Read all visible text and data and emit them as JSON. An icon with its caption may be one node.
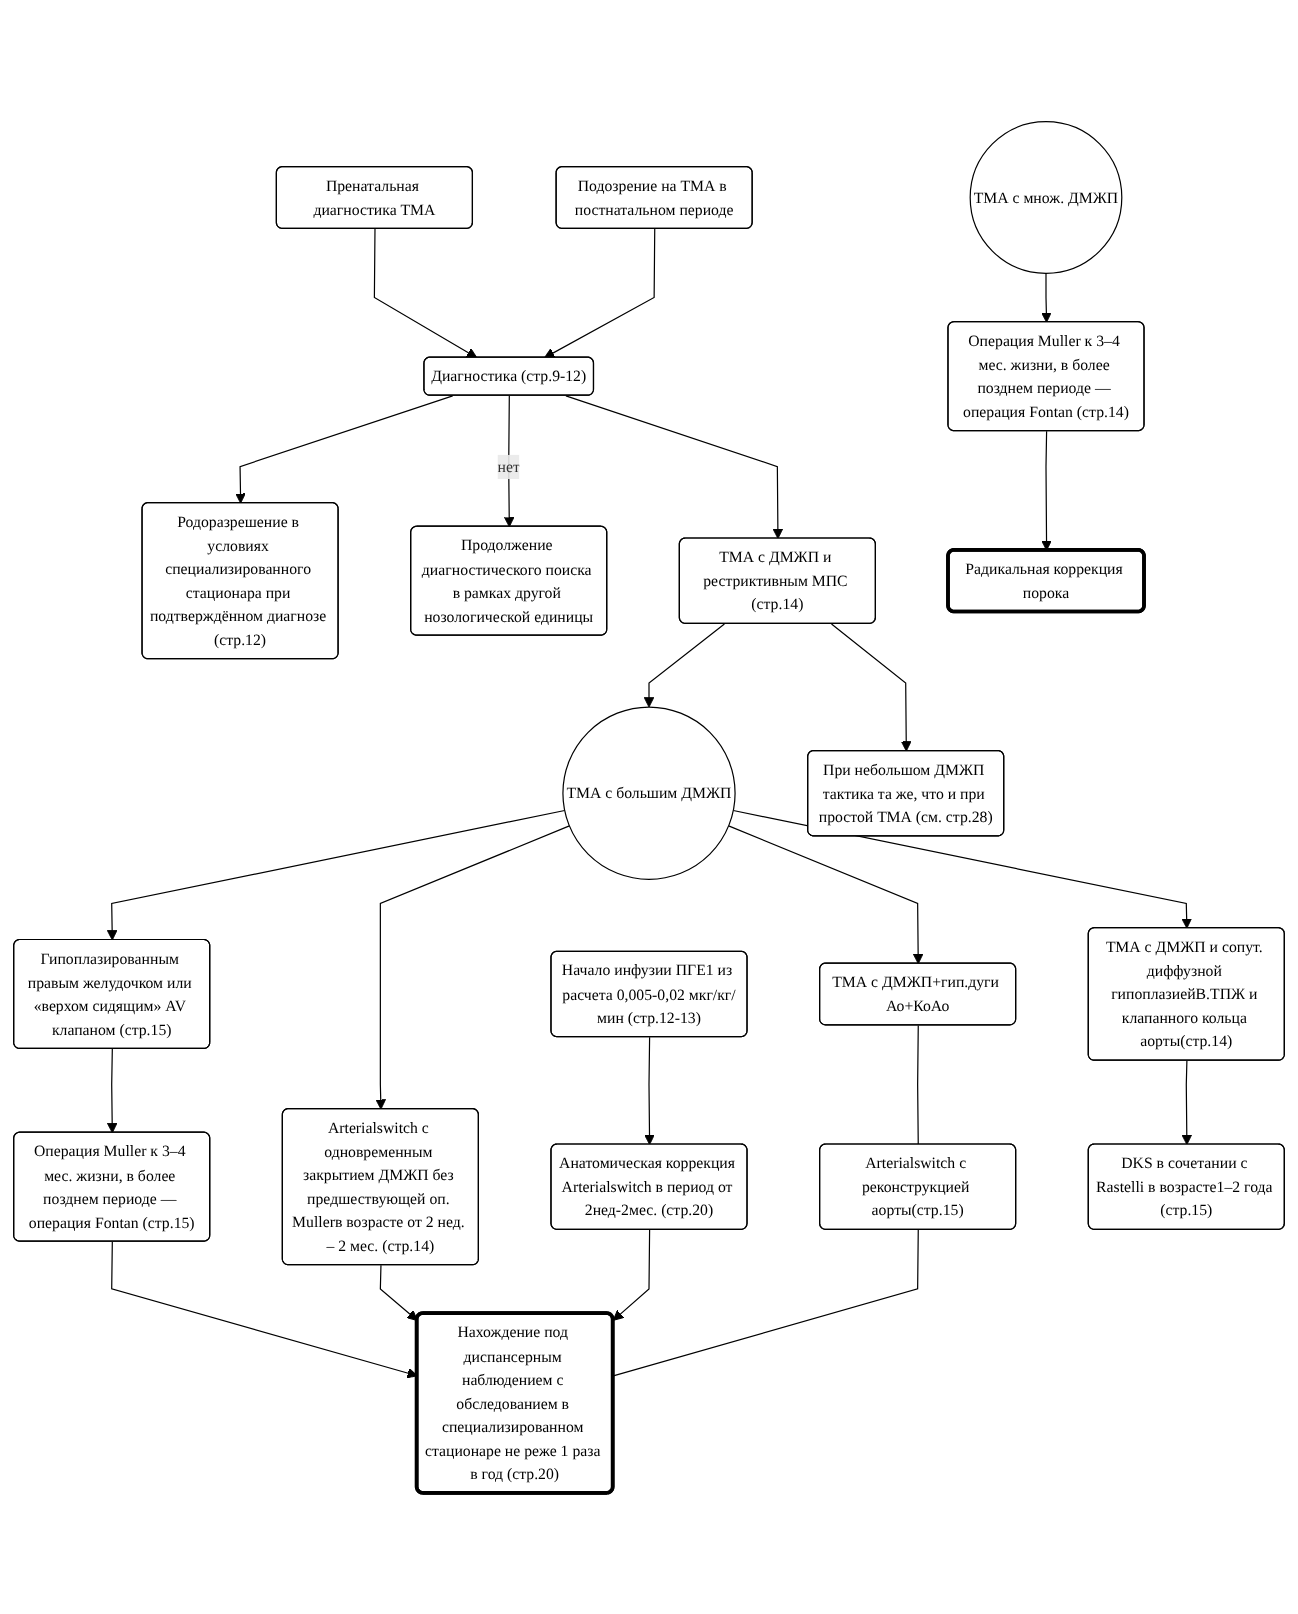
{
  "diagram": {
    "nodes": [
      {
        "text": [
          "Пренатальная диагностика ТМА"
        ]
      },
      {
        "text": [
          "Подозрение на ТМА в постнатальном периоде"
        ]
      },
      {
        "text": [
          "Родоразрешение в условиях специализированного стационара при подтверждённом диагнозе (стр.12)"
        ]
      },
      {
        "text": [
          "Диагностика (стр.9-12)"
        ]
      },
      {
        "text": [
          "Продолжение диагностического поиска в рамках другой нозологической единицы"
        ]
      },
      {
        "text": [
          "Анатомическая коррекция Arterialswitch в период от 2нед-2мес. (стр.20)"
        ]
      },
      {
        "text": [
          "Начало инфузии ПГЕ1 из расчета 0,005-0,02 мкг/кг/мин (стр.12-13)"
        ]
      },
      {
        "text": [
          "ТМА с ДМЖП и рестриктивным МПС (стр.14)"
        ]
      },
      {
        "text": [
          "При небольшом ДМЖП тактика та же, что и при простой ТМА (см. стр.28)"
        ]
      },
      {
        "text": [
          "ТМА с большим ДМЖП"
        ]
      },
      {
        "text": [
          "ТМА с множ. ДМЖП"
        ]
      },
      {
        "text": [
          "ТМА с ДМЖП+гип.дуги Ао+КоАо"
        ]
      },
      {
        "text": [
          "Arterialswitch с реконструкцией аорты(стр.15)"
        ]
      },
      {
        "text": [
          "Гипоплазированным правым желудочком или «верхом сидящим» AV клапаном (стр.15)"
        ]
      },
      {
        "text": [
          "ТМА с ДМЖП и сопут. диффузной гипоплазиейВ.ТПЖ и клапанного кольца аорты(стр.14)"
        ]
      },
      {
        "text": [
          "Arterialswitch с одновременным закрытием ДМЖП без предшествующей оп. Mullerв возрасте от 2 нед. – 2 мес. (стр.14)"
        ]
      },
      {
        "text": [
          "Операция Muller к 3–4 мес. жизни, в более позднем периоде — операция Fontan (стр.14)"
        ]
      },
      {
        "text": [
          "Радикальная коррекция порока"
        ]
      },
      {
        "text": [
          "Операция Muller к 3–4 мес. жизни, в более позднем периоде — операция Fontan (стр.15)"
        ]
      },
      {
        "text": [
          "DKS в сочетании с Rastelli в возрасте1–2 года (стр.15)"
        ]
      },
      {
        "text": [
          "Нахождение под диспансерным наблюдением с обследованием в специализированном стационаре не реже 1 раза в год (стр.20)"
        ]
      }
    ],
    "edges": [
      {
        "from": 0,
        "to": 3,
        "arrow": "to"
      },
      {
        "from": 1,
        "to": 3,
        "arrow": "to"
      },
      {
        "from": 3,
        "to": 2,
        "arrow": "to"
      },
      {
        "from": 3,
        "to": 4,
        "arrow": "to",
        "label": "нет"
      },
      {
        "from": 3,
        "to": 7,
        "arrow": "to"
      },
      {
        "from": 6,
        "to": 5,
        "arrow": "to"
      },
      {
        "from": 7,
        "to": 9,
        "arrow": "to"
      },
      {
        "from": 7,
        "to": 8,
        "arrow": "to"
      },
      {
        "from": 10,
        "to": 16,
        "arrow": "to"
      },
      {
        "from": 9,
        "to": 11,
        "arrow": "to"
      },
      {
        "from": 9,
        "to": 13,
        "arrow": "to"
      },
      {
        "from": 9,
        "to": 14,
        "arrow": "to"
      },
      {
        "from": 9,
        "to": 15,
        "arrow": "to"
      },
      {
        "from": 11,
        "to": 12,
        "arrow": "none"
      },
      {
        "from": 16,
        "to": 17,
        "arrow": "to"
      },
      {
        "from": 13,
        "to": 18,
        "arrow": "to"
      },
      {
        "from": 14,
        "to": 19,
        "arrow": "to"
      },
      {
        "from": 18,
        "to": 20,
        "arrow": "to"
      },
      {
        "from": 15,
        "to": 20,
        "arrow": "to"
      },
      {
        "from": 5,
        "to": 20,
        "arrow": "to"
      },
      {
        "from": 12,
        "to": 20,
        "arrow": "none"
      }
    ]
  }
}
